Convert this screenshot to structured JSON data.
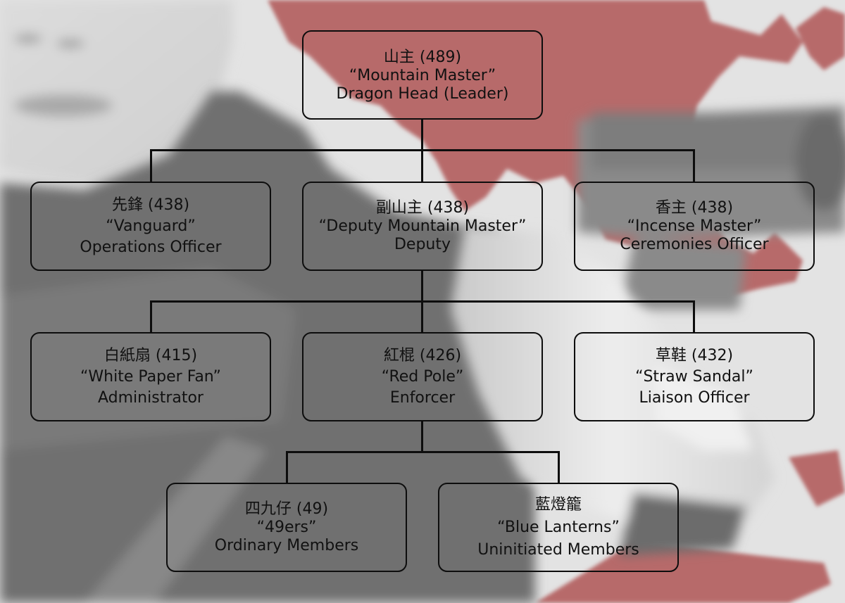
{
  "colors": {
    "map_red": "#b76a6a",
    "box_border": "#0d0d0d",
    "text": "#111111",
    "bg_light": "#e3e3e3",
    "bg_dark": "#6e6e6e"
  },
  "nodes": {
    "mountain_master": {
      "chinese": "山主",
      "code": "(489)",
      "nickname": "“Mountain Master”",
      "role": "Dragon Head (Leader)"
    },
    "vanguard": {
      "chinese": "先鋒",
      "code": "(438)",
      "nickname": "“Vanguard”",
      "role": "Operations Officer"
    },
    "deputy_mountain_master": {
      "chinese": "副山主",
      "code": "(438)",
      "nickname": "“Deputy Mountain Master”",
      "role": "Deputy"
    },
    "incense_master": {
      "chinese": "香主",
      "code": "(438)",
      "nickname": "“Incense Master”",
      "role": "Ceremonies Officer"
    },
    "white_paper_fan": {
      "chinese": "白紙扇",
      "code": "(415)",
      "nickname": "“White Paper Fan”",
      "role": "Administrator"
    },
    "red_pole": {
      "chinese": "紅棍",
      "code": "(426)",
      "nickname": "“Red Pole”",
      "role": "Enforcer"
    },
    "straw_sandal": {
      "chinese": "草鞋",
      "code": "(432)",
      "nickname": "“Straw Sandal”",
      "role": "Liaison Officer"
    },
    "forty_niners": {
      "chinese": "四九仔",
      "code": "(49)",
      "nickname": "“49ers”",
      "role": "Ordinary Members"
    },
    "blue_lanterns": {
      "chinese": "藍燈籠",
      "code": "",
      "nickname": "“Blue Lanterns”",
      "role": "Uninitiated Members"
    }
  },
  "hierarchy": [
    {
      "parent": "mountain_master",
      "children": [
        "vanguard",
        "deputy_mountain_master",
        "incense_master"
      ]
    },
    {
      "parent": "deputy_mountain_master",
      "children": [
        "white_paper_fan",
        "red_pole",
        "straw_sandal"
      ]
    },
    {
      "parent": "red_pole",
      "children": [
        "forty_niners",
        "blue_lanterns"
      ]
    }
  ]
}
